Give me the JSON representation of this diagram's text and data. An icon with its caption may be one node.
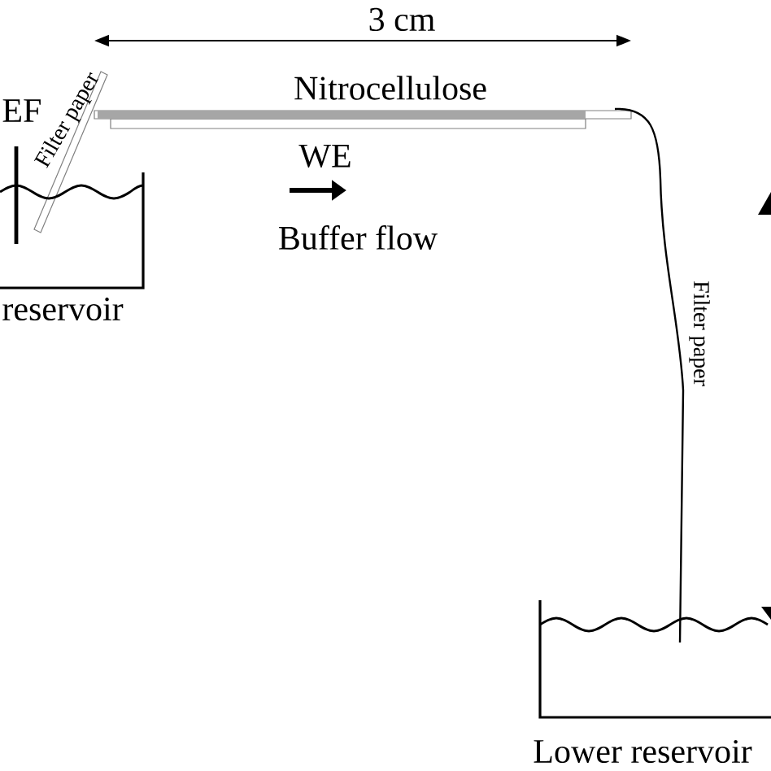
{
  "diagram": {
    "labels": [
      "3 cm",
      "Nitrocellulose",
      "EF",
      "Filter paper",
      "WE",
      "Buffer flow",
      "reservoir",
      "Filter paper",
      "Lower reservoir"
    ]
  }
}
